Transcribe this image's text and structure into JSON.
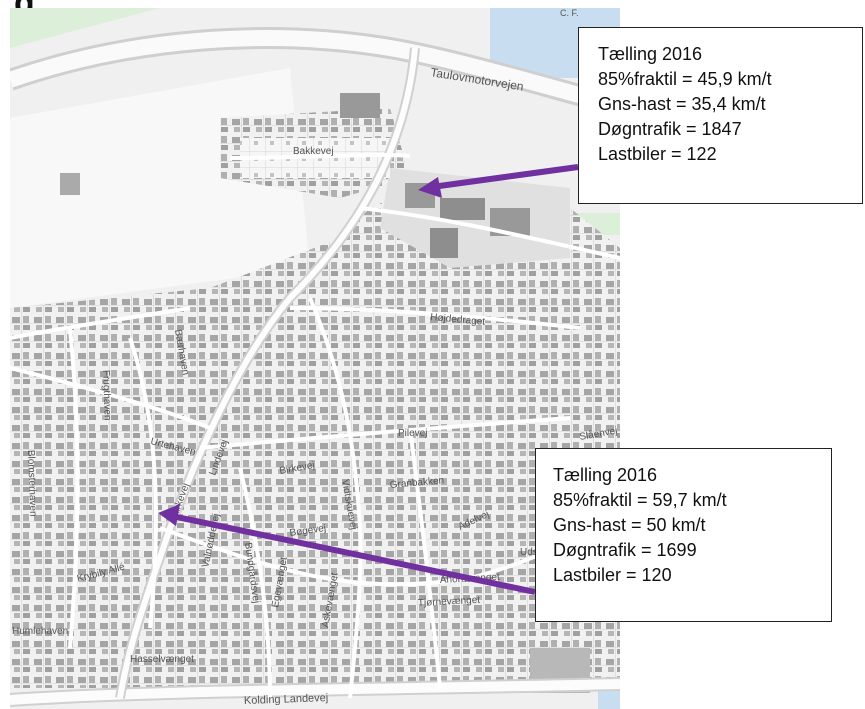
{
  "title": "g",
  "map_labels": {
    "motorway": "Taulovmotorvejen",
    "bakkevej": "Bakkevej",
    "hojdedraget": "Højdedraget",
    "berhaven": "Bærhaven",
    "frugthaven": "Frugthaven",
    "urtehaven": "Urtehaven",
    "blomsterhaven": "Blomsterhaven",
    "lindevej": "Lindevej",
    "kirkevej": "Kirkevej",
    "birkevej": "Birkevej",
    "pilevej": "Pilevej",
    "slaenvej": "Slåenvej",
    "granbakken": "Granbakken",
    "vidtskuevej": "Vidtskuevej",
    "bogevej": "Bøgevej",
    "adelvej": "Adelvej",
    "udsigten": "Udsigten",
    "ahornvaenget": "Ahornvænget",
    "tjornevaenget": "Tjørnevænget",
    "valnoddevej": "Valnøddevej",
    "bundgardsvej": "Bundgårdsvej",
    "egevaenget": "Egevænget",
    "askevaenget": "Askevænget",
    "krybily": "Krybily Allé",
    "humlehaven": "Humlehaven",
    "hasselvaenget": "Hasselvænget",
    "kolding": "Kolding Landevej",
    "corner": "C. F."
  },
  "callouts": [
    {
      "heading": "Tælling 2016",
      "fraktil": "85%fraktil = 45,9 km/t",
      "gns": "Gns-hast = 35,4 km/t",
      "dogn": "Døgntrafik = 1847",
      "last": "Lastbiler = 122"
    },
    {
      "heading": "Tælling 2016",
      "fraktil": "85%fraktil = 59,7 km/t",
      "gns": "Gns-hast = 50 km/t",
      "dogn": "Døgntrafik = 1699",
      "last": "Lastbiler = 120"
    }
  ],
  "colors": {
    "arrow": "#7030a0",
    "water": "#c8def0",
    "green": "#dcefd8",
    "road": "#ffffff",
    "building": "#9a9a9a",
    "land": "#f2f2f2"
  }
}
